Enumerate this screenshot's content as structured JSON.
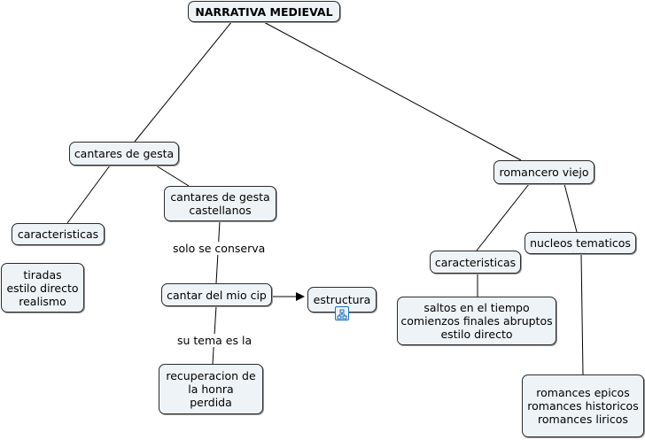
{
  "title": "NARRATIVA MEDIEVAL",
  "nodes": {
    "root": "NARRATIVA MEDIEVAL",
    "cantares_gesta": "cantares de gesta",
    "romancero_viejo": "romancero viejo",
    "caracteristicas_left": "caracteristicas",
    "cantares_castellanos": "cantares de gesta\ncastellanos",
    "caracteristicas_right": "caracteristicas",
    "nucleos_tematicos": "nucleos tematicos",
    "tiradas": "tiradas\nestilo directo\nrealismo",
    "cantar_mio_cid": "cantar del mio cip",
    "estructura": "estructura",
    "saltos": "saltos en el tiempo\ncomienzos finales abruptos\nestilo directo",
    "recuperacion": "recuperacion de\nla honra\nperdida",
    "romances": "romances epicos\nromances historicos\nromances liricos"
  },
  "link_labels": {
    "solo_se_conserva": "solo se conserva",
    "su_tema_es_la": "su tema es la"
  },
  "icons": {
    "submap": "submap-link-icon",
    "collapsed": "collapsed-children-icon"
  },
  "colors": {
    "node_fill": "#eef3f7",
    "node_border": "#2b2b2b",
    "line": "#000000",
    "submap_icon": "#1e6fb8"
  }
}
